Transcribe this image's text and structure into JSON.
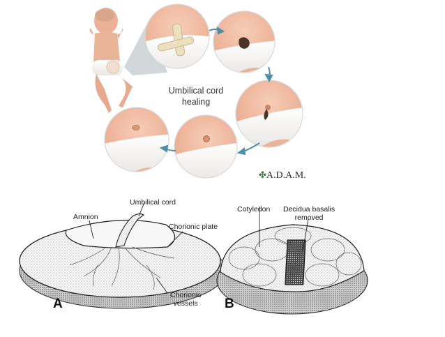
{
  "top_figure": {
    "title_line1": "Umbilical cord",
    "title_line2": "healing",
    "logo_text": "A.D.A.M.",
    "logo_icon": "leaf-icon",
    "stages": [
      {
        "id": 1,
        "description": "cord stump with clamp"
      },
      {
        "id": 2,
        "description": "dried dark cord stump"
      },
      {
        "id": 3,
        "description": "stump separating"
      },
      {
        "id": 4,
        "description": "healing navel"
      },
      {
        "id": 5,
        "description": "healed navel"
      }
    ],
    "colors": {
      "skin": "#f0b89c",
      "diaper": "#f3f1ef",
      "arrow": "#4d8fa8",
      "callout": "#c9cfd2"
    }
  },
  "bottom_left": {
    "letter": "A",
    "labels": {
      "umbilical_cord": "Umbilical cord",
      "amnion": "Amnion",
      "chorionic_plate": "Chorionic plate",
      "chorionic_vessels_1": "Chorionic",
      "chorionic_vessels_2": "vessels"
    }
  },
  "bottom_right": {
    "letter": "B",
    "labels": {
      "cotyledon": "Cotyledon",
      "decidua_1": "Decidua basalis",
      "decidua_2": "removed"
    }
  }
}
